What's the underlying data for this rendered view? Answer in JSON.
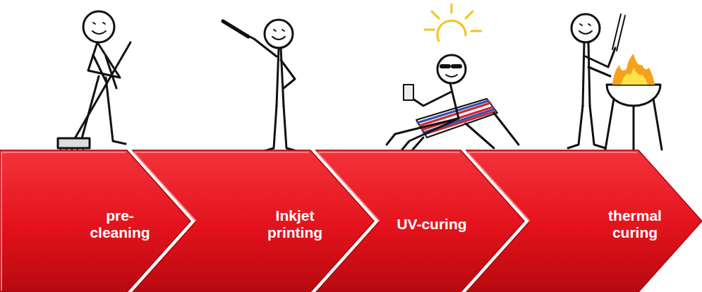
{
  "diagram": {
    "nodes": [
      {
        "text": [
          "pre- cleaning"
        ]
      },
      {
        "text": [
          "Inkjet printing"
        ]
      },
      {
        "text": [
          "UV-curing"
        ]
      },
      {
        "text": [
          "thermal curing"
        ]
      }
    ]
  }
}
